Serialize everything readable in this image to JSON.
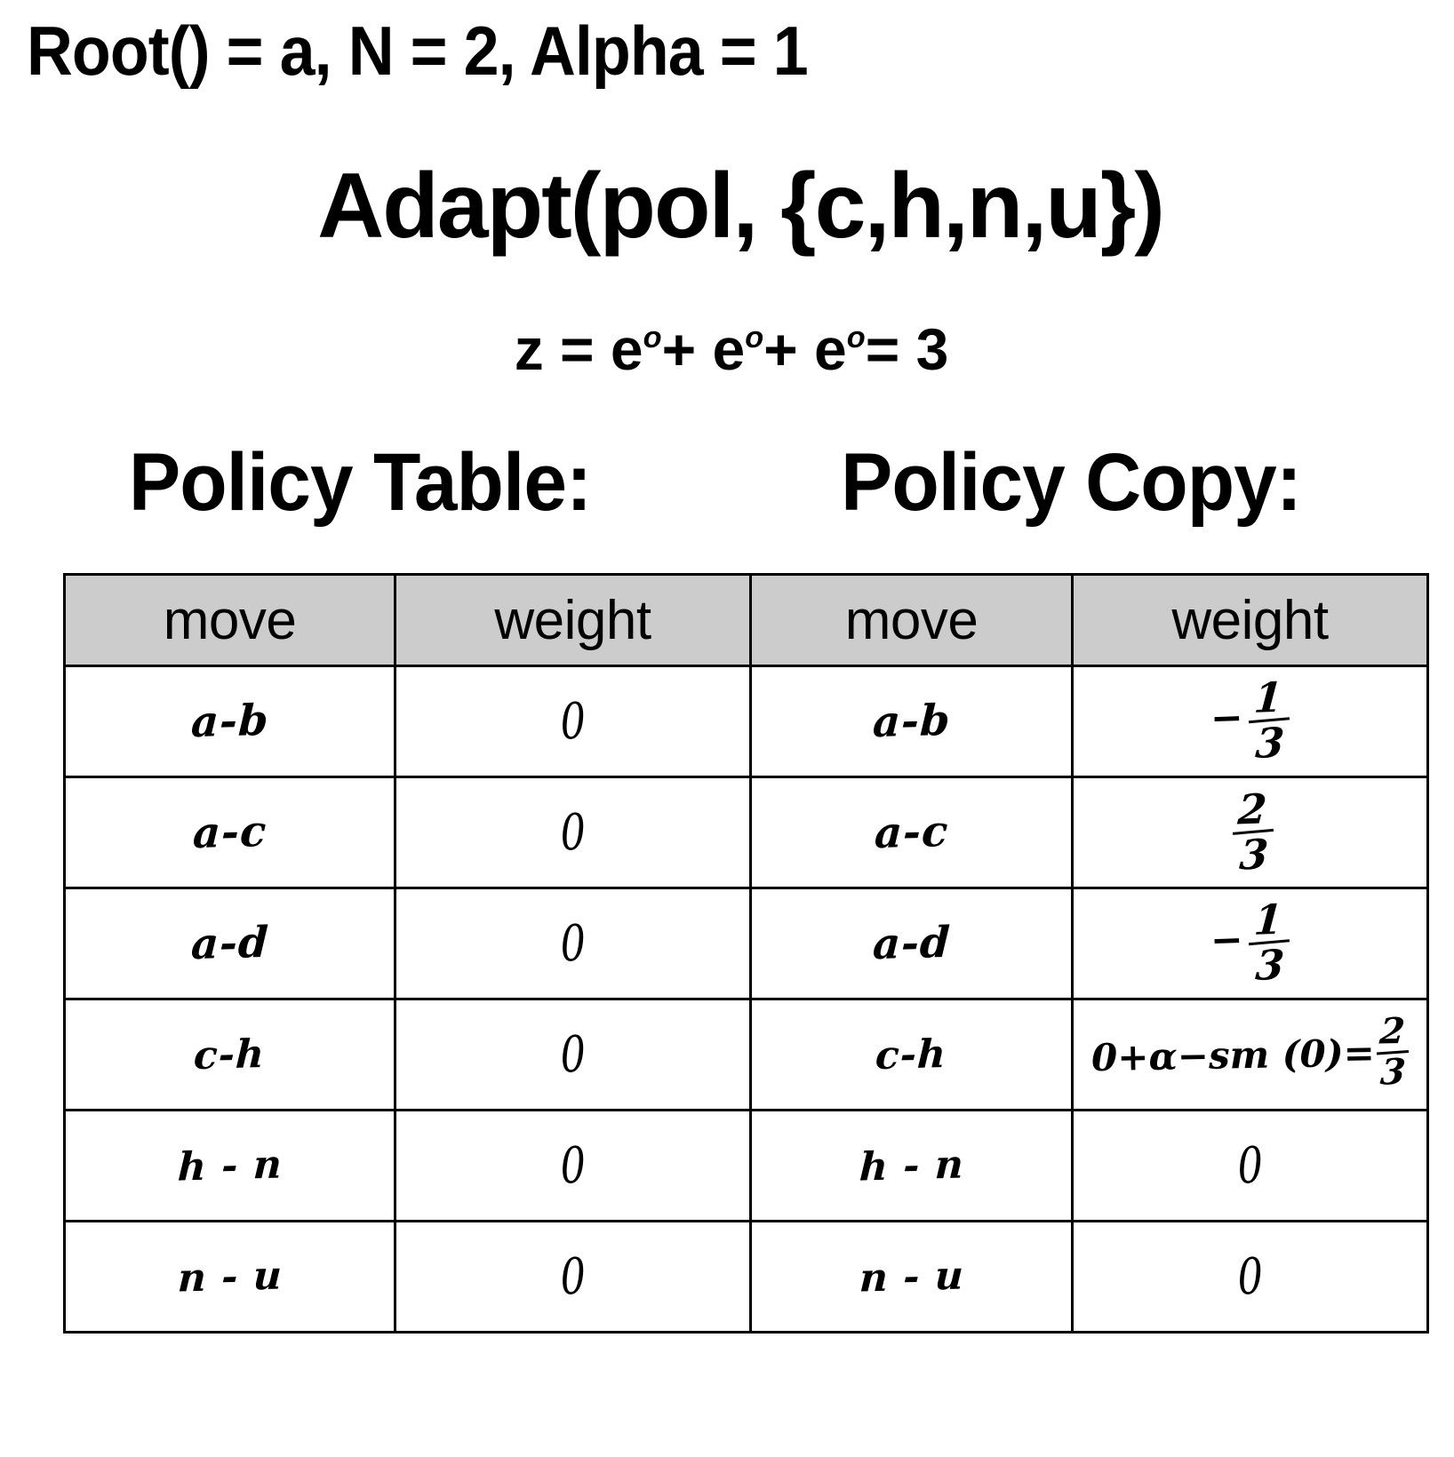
{
  "header": {
    "root_line": "Root() = a, N = 2, Alpha = 1",
    "adapt_line": "Adapt(pol, {c,h,n,u})",
    "z_line": {
      "prefix": "z = e",
      "sup1": "o",
      "mid1": "+ e",
      "sup2": "o",
      "mid2": "+ e",
      "sup3": "o",
      "suffix": "= 3",
      "full": "z = eo + eo + eo = 3"
    }
  },
  "titles": {
    "policy_table": "Policy Table:",
    "policy_copy": "Policy Copy:"
  },
  "table": {
    "headers": [
      "move",
      "weight",
      "move",
      "weight"
    ],
    "rows": [
      {
        "left_move": "a-b",
        "left_weight": "0",
        "right_move": "a-b",
        "right_weight_type": "fraction",
        "right_weight": {
          "sign": "−",
          "num": "1",
          "den": "3"
        },
        "right_weight_text": "-1/3"
      },
      {
        "left_move": "a-c",
        "left_weight": "0",
        "right_move": "a-c",
        "right_weight_type": "fraction",
        "right_weight": {
          "sign": "",
          "num": "2",
          "den": "3"
        },
        "right_weight_text": "2/3"
      },
      {
        "left_move": "a-d",
        "left_weight": "0",
        "right_move": "a-d",
        "right_weight_type": "fraction",
        "right_weight": {
          "sign": "−",
          "num": "1",
          "den": "3"
        },
        "right_weight_text": "-1/3"
      },
      {
        "left_move": "c-h",
        "left_weight": "0",
        "right_move": "c-h",
        "right_weight_type": "expression",
        "right_weight": {
          "expr": "0+α−sm (0)=",
          "num": "2",
          "den": "3"
        },
        "right_weight_text": "0+α-sm(0)=2/3"
      },
      {
        "left_move": "h - n",
        "left_weight": "0",
        "right_move": "h - n",
        "right_weight_type": "plain",
        "right_weight_text": "0"
      },
      {
        "left_move": "n - u",
        "left_weight": "0",
        "right_move": "n - u",
        "right_weight_type": "plain",
        "right_weight_text": "0"
      }
    ]
  },
  "colors": {
    "header_bg": "#cccccc",
    "border": "#000000",
    "text": "#000000",
    "page_bg": "#ffffff"
  }
}
